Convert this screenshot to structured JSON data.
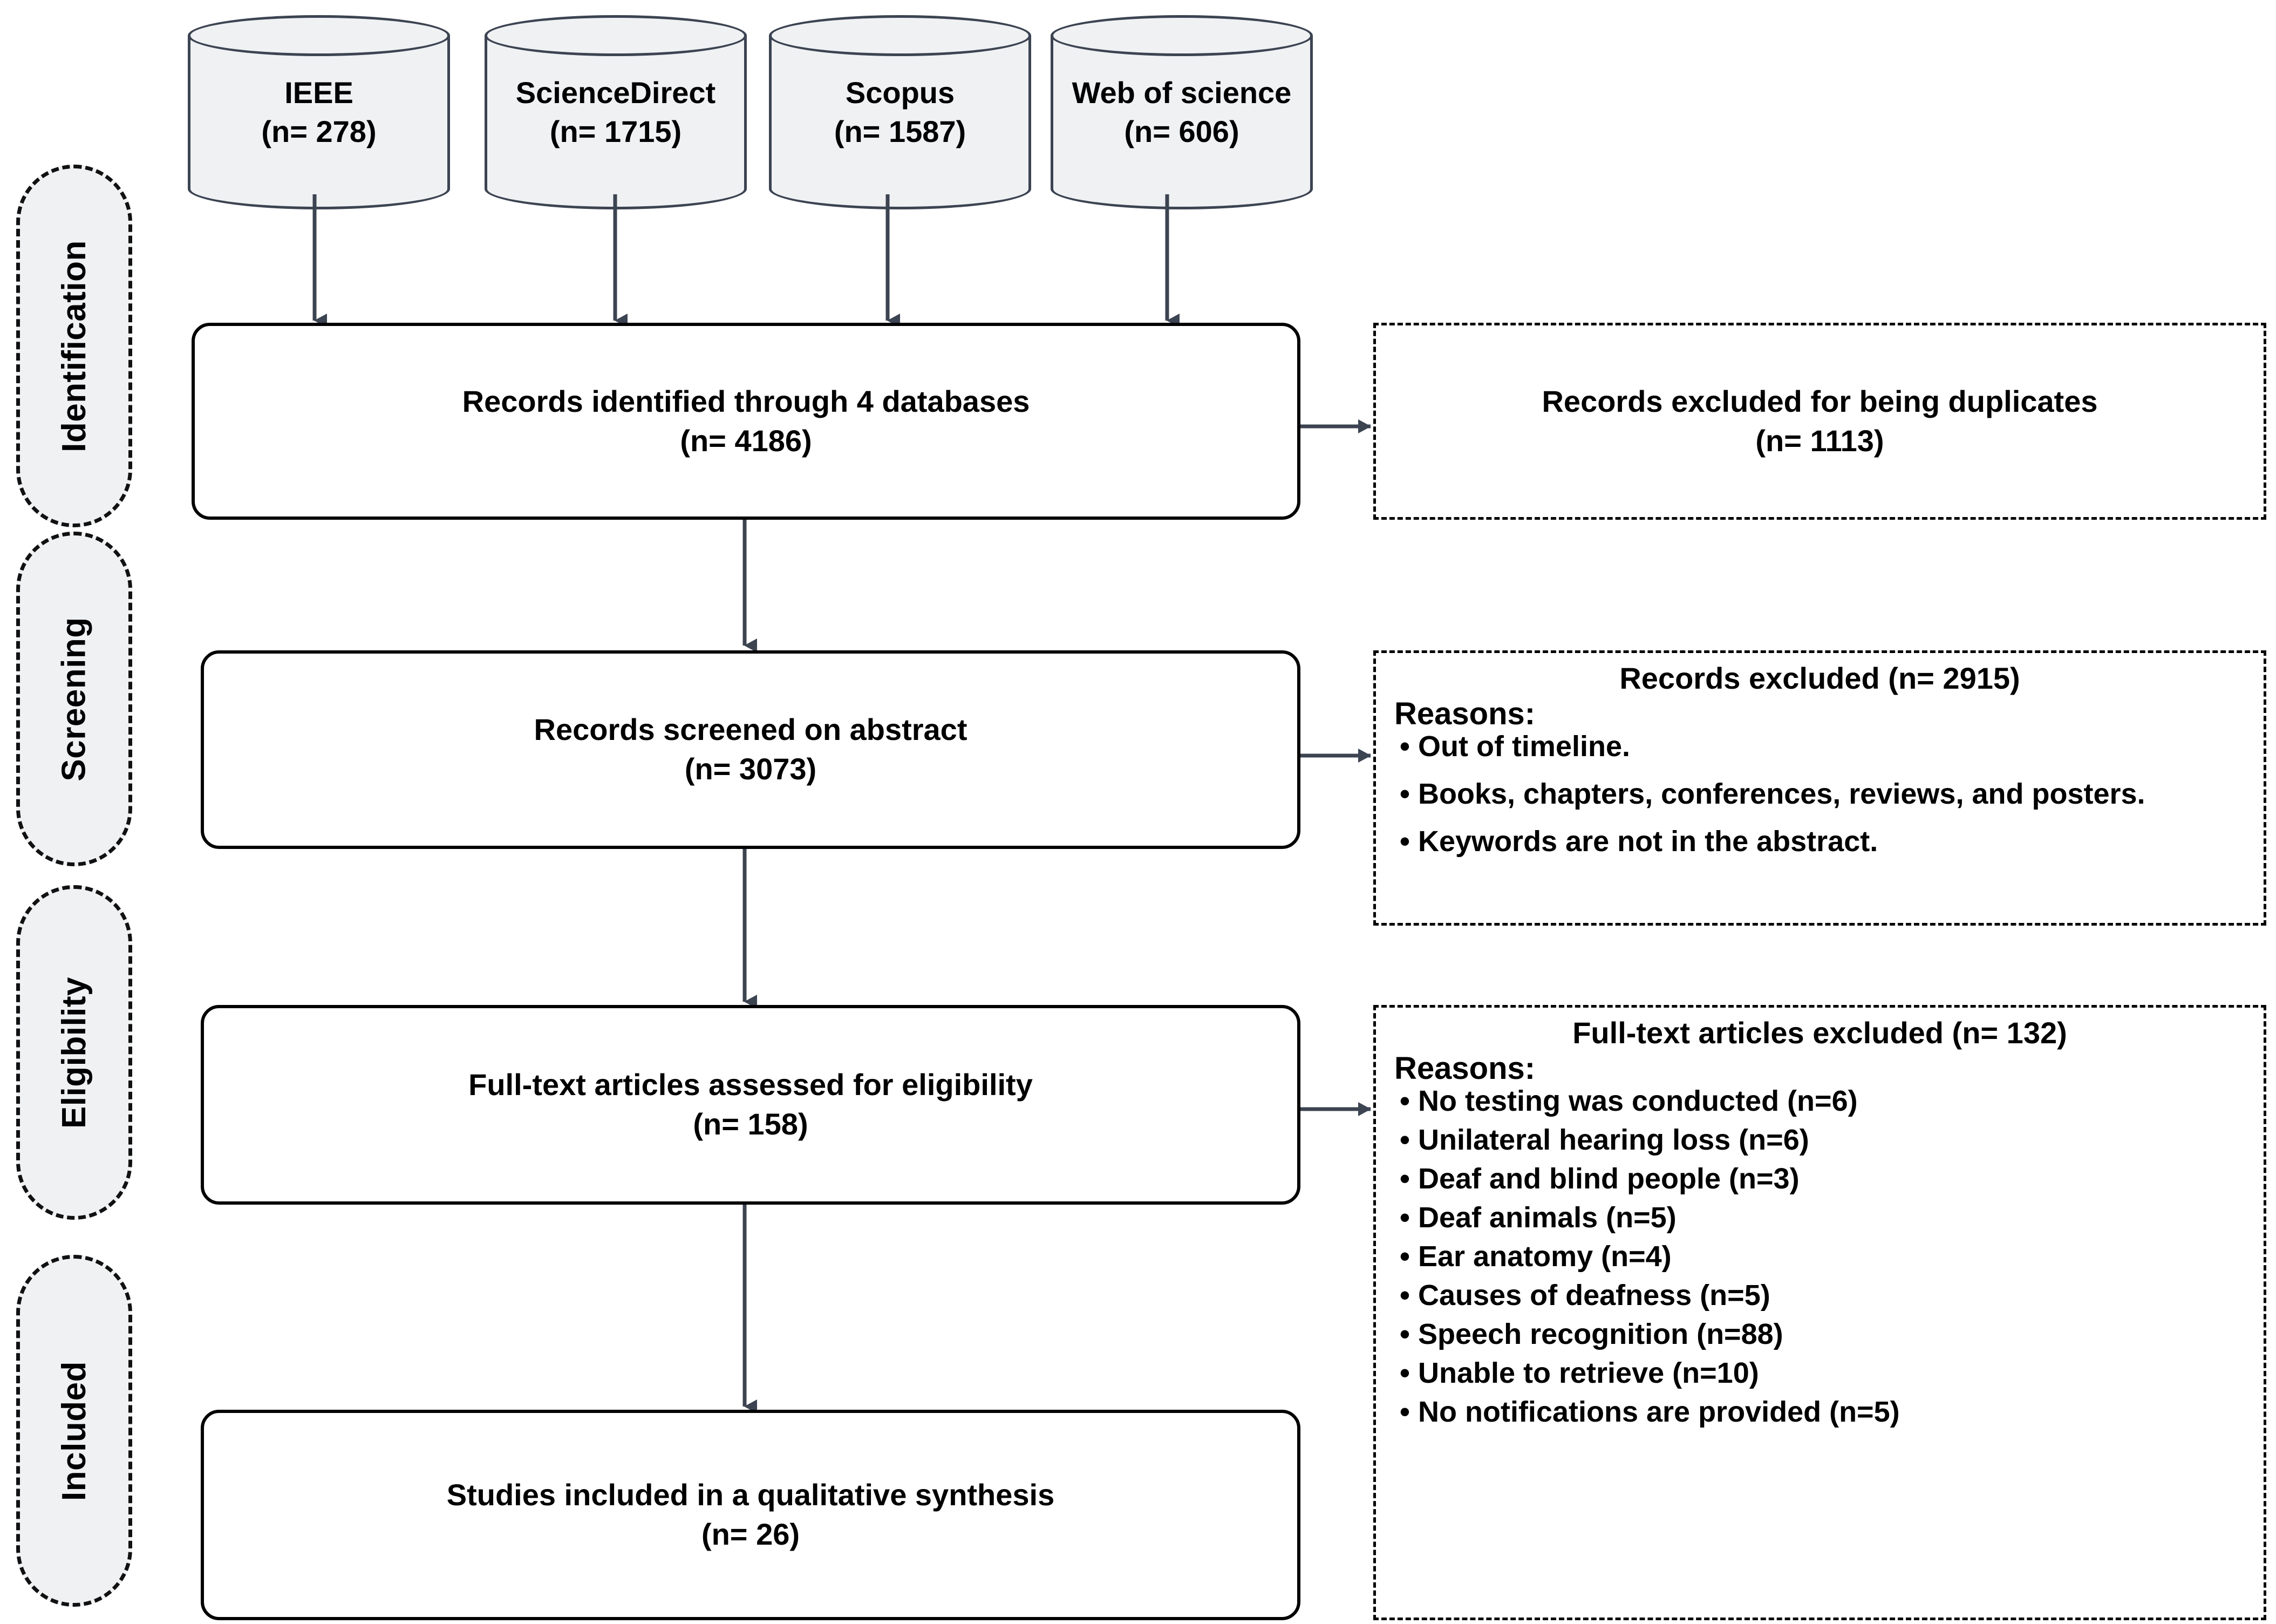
{
  "diagram": {
    "title": "PRISMA flow diagram",
    "accent_line_color": "#3c4452",
    "box_border_color": "#000000",
    "pill_fill_color": "#eff1f3",
    "cylinder_fill_color": "#eff1f3"
  },
  "stages": [
    {
      "label": "Identification"
    },
    {
      "label": "Screening"
    },
    {
      "label": "Eligibility"
    },
    {
      "label": "Included"
    }
  ],
  "sources": [
    {
      "name": "IEEE",
      "count_label": "(n= 278)"
    },
    {
      "name": "ScienceDirect",
      "count_label": "(n= 1715)"
    },
    {
      "name": "Scopus",
      "count_label": "(n= 1587)"
    },
    {
      "name": "Web of science",
      "count_label": "(n= 606)"
    }
  ],
  "flow": [
    {
      "line1": "Records identified through 4 databases",
      "line2": "(n= 4186)"
    },
    {
      "line1": "Records screened on abstract",
      "line2": "(n= 3073)"
    },
    {
      "line1": "Full-text articles assessed for eligibility",
      "line2": "(n= 158)"
    },
    {
      "line1": "Studies included in a qualitative synthesis",
      "line2": "(n= 26)"
    }
  ],
  "exclusions": {
    "duplicates": {
      "line1": "Records excluded for being duplicates",
      "line2": "(n= 1113)"
    },
    "screening": {
      "title": "Records excluded (n= 2915)",
      "reasons_label": "Reasons:",
      "reasons": [
        "Out of timeline.",
        "Books, chapters, conferences, reviews, and posters.",
        "Keywords are not in the abstract."
      ]
    },
    "fulltext": {
      "title": "Full-text articles excluded (n= 132)",
      "reasons_label": "Reasons:",
      "reasons": [
        "No testing was conducted (n=6)",
        "Unilateral hearing loss (n=6)",
        "Deaf and blind people (n=3)",
        "Deaf animals (n=5)",
        "Ear anatomy (n=4)",
        "Causes of deafness (n=5)",
        "Speech recognition (n=88)",
        "Unable to retrieve (n=10)",
        "No notifications are provided (n=5)"
      ]
    }
  },
  "chart_data": {
    "type": "diagram",
    "title": "PRISMA flow diagram",
    "nodes": [
      {
        "id": "ieee",
        "label": "IEEE",
        "n": 278,
        "stage": "Identification",
        "shape": "cylinder"
      },
      {
        "id": "sciencedirect",
        "label": "ScienceDirect",
        "n": 1715,
        "stage": "Identification",
        "shape": "cylinder"
      },
      {
        "id": "scopus",
        "label": "Scopus",
        "n": 1587,
        "stage": "Identification",
        "shape": "cylinder"
      },
      {
        "id": "wos",
        "label": "Web of science",
        "n": 606,
        "stage": "Identification",
        "shape": "cylinder"
      },
      {
        "id": "identified",
        "label": "Records identified through 4 databases",
        "n": 4186,
        "stage": "Identification",
        "shape": "box"
      },
      {
        "id": "duplicates",
        "label": "Records excluded for being duplicates",
        "n": 1113,
        "stage": "Identification",
        "shape": "dashed-box"
      },
      {
        "id": "screened",
        "label": "Records screened on abstract",
        "n": 3073,
        "stage": "Screening",
        "shape": "box"
      },
      {
        "id": "screen_excluded",
        "label": "Records excluded",
        "n": 2915,
        "stage": "Screening",
        "shape": "dashed-box"
      },
      {
        "id": "fulltext",
        "label": "Full-text articles assessed for eligibility",
        "n": 158,
        "stage": "Eligibility",
        "shape": "box"
      },
      {
        "id": "fulltext_excluded",
        "label": "Full-text articles excluded",
        "n": 132,
        "stage": "Eligibility",
        "shape": "dashed-box"
      },
      {
        "id": "included",
        "label": "Studies included in a qualitative synthesis",
        "n": 26,
        "stage": "Included",
        "shape": "box"
      }
    ],
    "edges": [
      {
        "from": "ieee",
        "to": "identified"
      },
      {
        "from": "sciencedirect",
        "to": "identified"
      },
      {
        "from": "scopus",
        "to": "identified"
      },
      {
        "from": "wos",
        "to": "identified"
      },
      {
        "from": "identified",
        "to": "duplicates"
      },
      {
        "from": "identified",
        "to": "screened"
      },
      {
        "from": "screened",
        "to": "screen_excluded"
      },
      {
        "from": "screened",
        "to": "fulltext"
      },
      {
        "from": "fulltext",
        "to": "fulltext_excluded"
      },
      {
        "from": "fulltext",
        "to": "included"
      }
    ]
  }
}
